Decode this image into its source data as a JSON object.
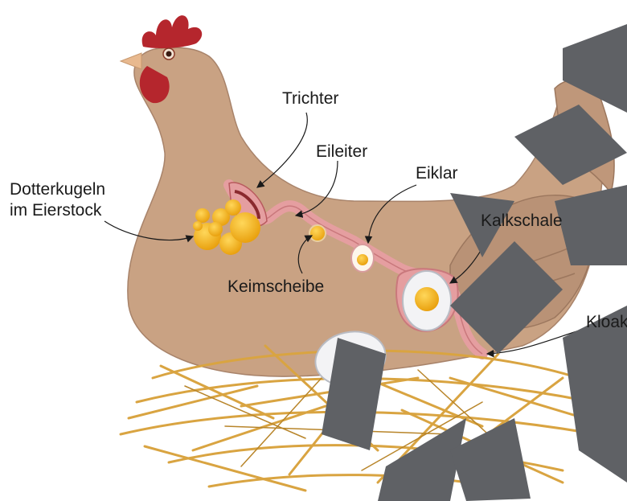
{
  "labels": {
    "trichter": "Trichter",
    "eileiter": "Eileiter",
    "eiklar": "Eiklar",
    "dotter_line1": "Dotterkugeln",
    "dotter_line2": "im Eierstock",
    "keimscheibe": "Keimscheibe",
    "schale": "Kalkschale",
    "kloake": "Kloake"
  },
  "colors": {
    "hen_body": "#c9a283",
    "hen_outline": "#8a6a52",
    "comb": "#b5262d",
    "beak": "#e8b98f",
    "oviduct": "#e59ea0",
    "yolk": "#f4b41a",
    "straw": "#d9a441",
    "watermark": "#5f6165",
    "arrow": "#1a1a1a"
  }
}
